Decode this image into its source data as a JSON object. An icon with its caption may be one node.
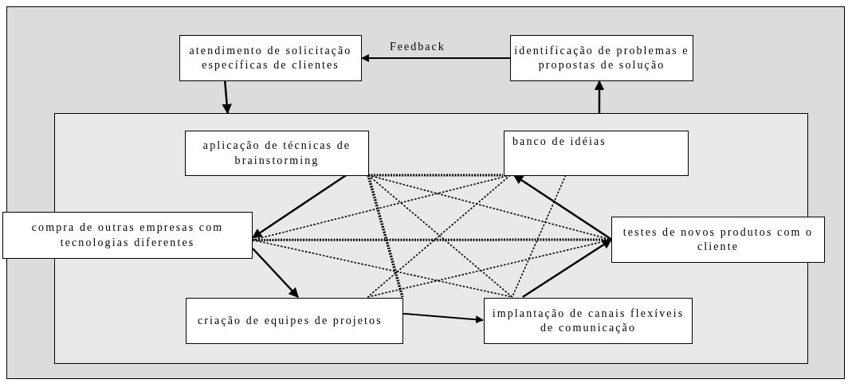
{
  "diagram": {
    "nodes": [
      {
        "text": [
          "atendimento de solicitação específicas de clientes"
        ]
      },
      {
        "text": [
          "identificação de problemas e propostas de solução"
        ]
      },
      {
        "text": [],
        "shape": "box"
      },
      {
        "text": [
          "aplicação de técnicas de brainstorming"
        ],
        "in": 2
      },
      {
        "text": [
          "banco de idéias"
        ],
        "in": 2
      },
      {
        "text": [
          "compra de outras empresas com tecnologias diferentes"
        ]
      },
      {
        "text": [
          "testes de novos produtos com o cliente"
        ]
      },
      {
        "text": [
          "criação de equipes de projetos"
        ],
        "in": 2
      },
      {
        "text": [
          "implantação de canais flexíveis de comunicação"
        ],
        "in": 2
      }
    ],
    "edges": [
      {
        "from": 1,
        "to": 0,
        "arrow": "to",
        "label": "Feedback"
      },
      {
        "from": 0,
        "to": 2,
        "arrow": "to"
      },
      {
        "from": 2,
        "to": 1,
        "arrow": "to"
      },
      {
        "from": 3,
        "to": 5,
        "arrow": "to"
      },
      {
        "from": 5,
        "to": 7,
        "arrow": "to"
      },
      {
        "from": 7,
        "to": 8,
        "arrow": "to"
      },
      {
        "from": 8,
        "to": 6,
        "arrow": "to"
      },
      {
        "from": 6,
        "to": 4,
        "arrow": "to"
      },
      {
        "from": 3,
        "to": 4,
        "arrow": "none",
        "style": "dashed"
      },
      {
        "from": 3,
        "to": 7,
        "arrow": "none",
        "style": "dashed"
      },
      {
        "from": 3,
        "to": 6,
        "arrow": "none",
        "style": "dashed"
      },
      {
        "from": 3,
        "to": 8,
        "arrow": "none",
        "style": "dashed"
      },
      {
        "from": 4,
        "to": 5,
        "arrow": "none",
        "style": "dashed"
      },
      {
        "from": 4,
        "to": 7,
        "arrow": "none",
        "style": "dashed"
      },
      {
        "from": 4,
        "to": 8,
        "arrow": "none",
        "style": "dashed"
      },
      {
        "from": 5,
        "to": 6,
        "arrow": "none",
        "style": "dashed"
      },
      {
        "from": 5,
        "to": 8,
        "arrow": "none",
        "style": "dashed"
      },
      {
        "from": 7,
        "to": 6,
        "arrow": "none",
        "style": "dashed"
      }
    ]
  }
}
